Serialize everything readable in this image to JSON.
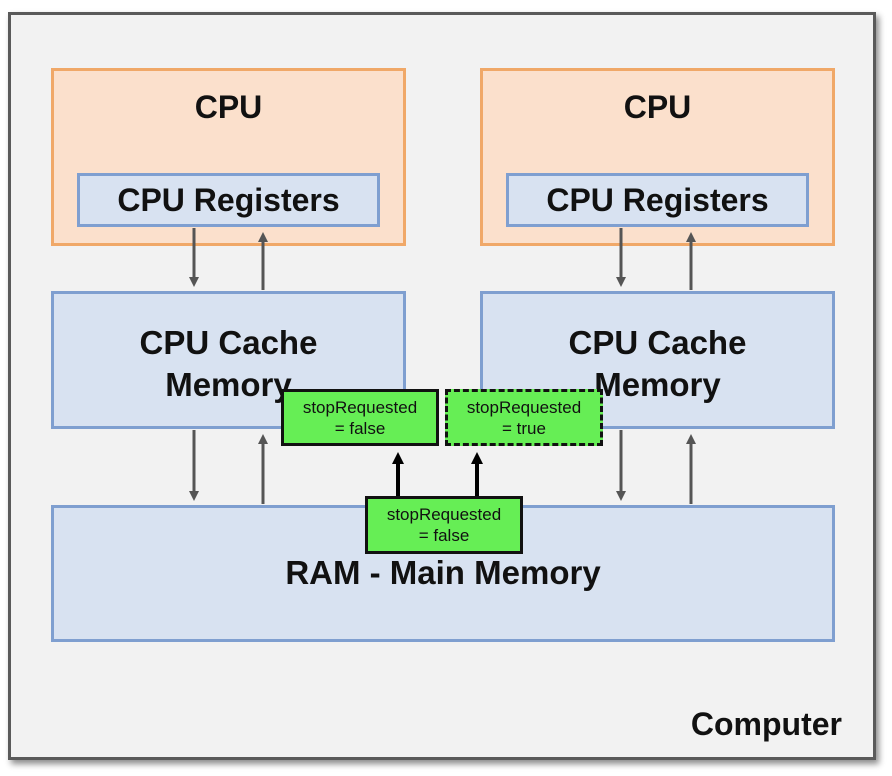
{
  "computer": {
    "label": "Computer"
  },
  "cpus": [
    {
      "title": "CPU",
      "registers": "CPU Registers",
      "cache_line1": "CPU Cache",
      "cache_line2": "Memory"
    },
    {
      "title": "CPU",
      "registers": "CPU Registers",
      "cache_line1": "CPU Cache",
      "cache_line2": "Memory"
    }
  ],
  "ram": {
    "title": "RAM - Main Memory"
  },
  "variables": {
    "cache_left": {
      "line1": "stopRequested",
      "line2": "= false"
    },
    "cache_right": {
      "line1": "stopRequested",
      "line2": "= true"
    },
    "ram": {
      "line1": "stopRequested",
      "line2": "= false"
    }
  },
  "colors": {
    "cpu_fill": "#fbe0cc",
    "cpu_border": "#f0a868",
    "memory_fill": "#d8e2f1",
    "memory_border": "#7f9fd0",
    "variable_fill": "#66ee55",
    "arrow": "#555555"
  }
}
